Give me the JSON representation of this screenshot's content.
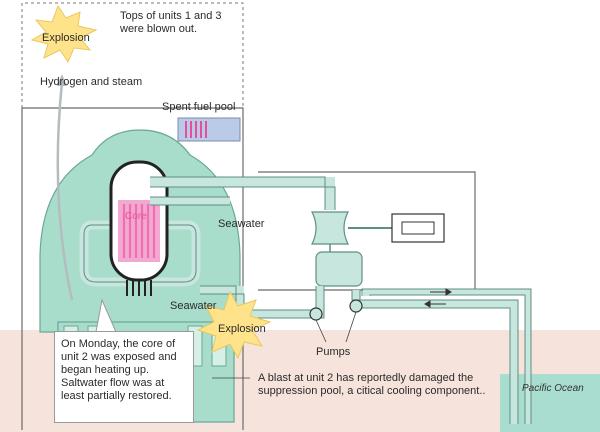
{
  "labels": {
    "explosion_top": "Explosion",
    "tops_blown": "Tops of units 1 and 3 were blown out.",
    "hydrogen": "Hydrogen and steam",
    "spent_fuel_pool": "Spent fuel pool",
    "core": "Core",
    "seawater_top": "Seawater",
    "seawater_mid": "Seawater",
    "explosion_bottom": "Explosion",
    "pumps": "Pumps",
    "monday_note": "On Monday, the core of unit 2 was exposed and began heating up. Saltwater flow was at least partially restored.",
    "blast_note": "A blast at unit 2 has reportedly damaged the suppression pool, a citical cooling component..",
    "ocean": "Pacific Ocean"
  },
  "colors": {
    "reactor_fill": "#a8dccb",
    "pipe_fill": "#c7e6dd",
    "ground": "#f6e3dc",
    "ocean": "#a9ddd0",
    "core_pink": "#ee6fb3",
    "explosion": "#ffe38a",
    "pool_blue": "#b9cbe6"
  }
}
